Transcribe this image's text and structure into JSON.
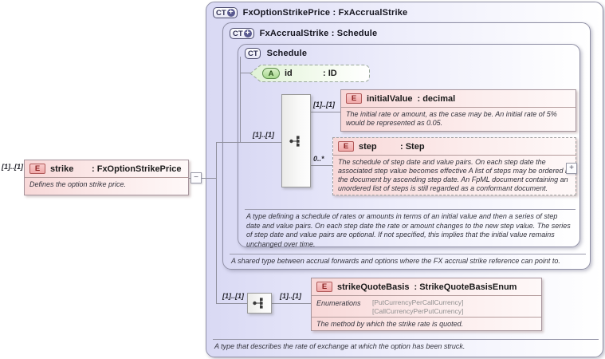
{
  "containers": {
    "fx_option_strike_price": {
      "badge": "CT",
      "badge_plus": "+",
      "title": "FxOptionStrikePrice : FxAccrualStrike",
      "doc": "A type that describes the rate of exchange at which the option has been struck."
    },
    "fx_accrual_strike": {
      "badge": "CT",
      "badge_plus": "+",
      "title": "FxAccrualStrike : Schedule",
      "doc": "A shared type between accrual forwards and options where the FX accrual strike reference can point to."
    },
    "schedule": {
      "badge": "CT",
      "title": "Schedule",
      "doc": "A type defining a schedule of rates or amounts in terms of an initial value and then a series of step date and value pairs. On each step date the rate or amount changes to the new step value. The series of step date and value pairs are optional. If not specified, this implies that the initial value remains unchanged over time."
    }
  },
  "elements": {
    "strike": {
      "badge": "E",
      "name": "strike",
      "type": ": FxOptionStrikePrice",
      "cardinality": "[1]..[1]",
      "collapse": "−",
      "doc": "Defines the option strike price."
    },
    "id": {
      "badge": "A",
      "name": "id",
      "type": ": ID"
    },
    "initialValue": {
      "badge": "E",
      "name": "initialValue",
      "type": ": decimal",
      "cardinality": "[1]..[1]",
      "doc": "The initial rate or amount, as the case may be. An initial rate of 5% would be represented as 0.05."
    },
    "step": {
      "badge": "E",
      "name": "step",
      "type": ": Step",
      "cardinality": "0..*",
      "expand": "+",
      "doc": "The schedule of step date and value pairs. On each step date the associated step value becomes effective A list of steps may be ordered in the document by ascending step date. An FpML document containing an unordered list of steps is still regarded as a conformant document."
    },
    "strikeQuoteBasis": {
      "badge": "E",
      "name": "strikeQuoteBasis",
      "type": ": StrikeQuoteBasisEnum",
      "cardinality_in": "[1]..[1]",
      "cardinality_out": "[1]..[1]",
      "enumerations_label": "Enumerations",
      "enumerations": [
        "[PutCurrencyPerCallCurrency]",
        "[CallCurrencyPerPutCurrency]"
      ],
      "doc": "The method by which the strike rate is quoted."
    }
  },
  "connectors": {
    "schedule_sequence_cardinality": "[1]..[1]"
  },
  "colors": {
    "container_accent": "#d9d9f4",
    "element_pink": "#f8d8d8",
    "attribute_green": "#dff2d6",
    "badge_red_text": "#8c2020",
    "line": "#8f8f9c"
  }
}
